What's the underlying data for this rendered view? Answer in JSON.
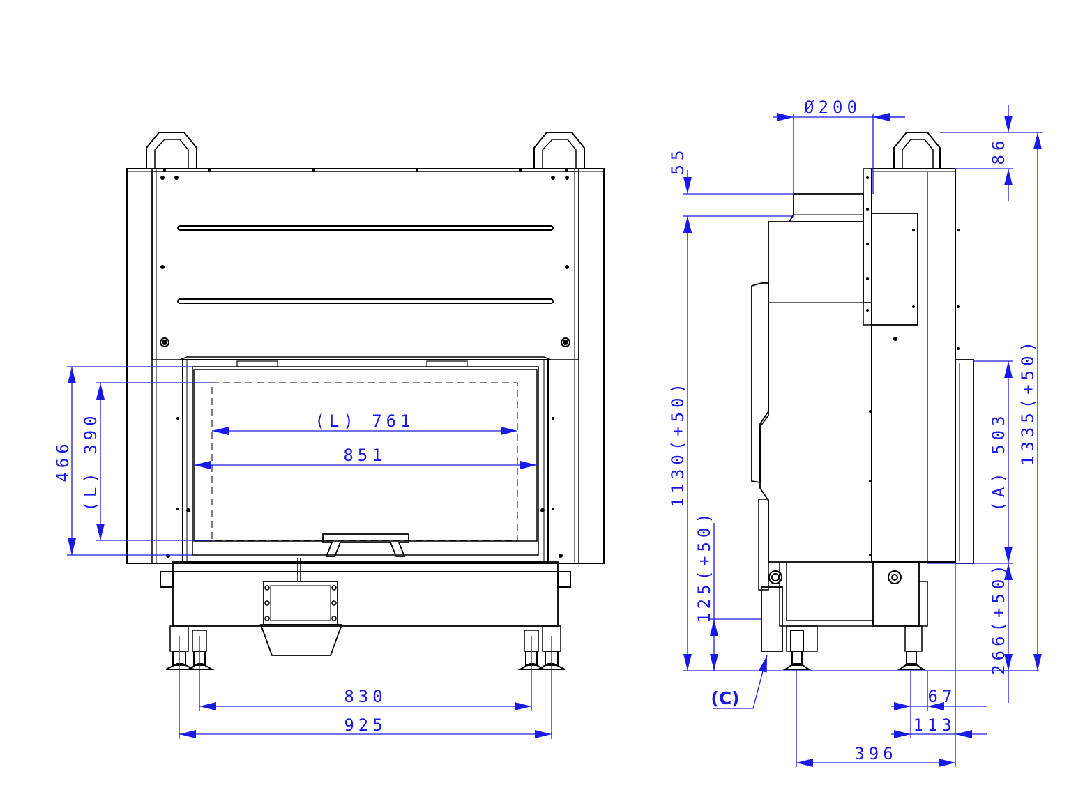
{
  "colors": {
    "outline": "#000000",
    "dimension": "#1a1ae6",
    "callout": "#1a1ae6"
  },
  "front_view": {
    "dims": {
      "width_inner_L": "(L) 761",
      "width_opening": "851",
      "height_opening": "466",
      "height_inner_L": "(L) 390",
      "feet_spacing": "830",
      "overall_width": "925"
    }
  },
  "side_view": {
    "dims": {
      "flue_diameter": "Ø200",
      "collar_height": "55",
      "top_height": "86",
      "flue_height": "1130(+50)",
      "overall_height": "1335(+50)",
      "door_height_A": "(A) 503",
      "base_height": "266(+50)",
      "intake_height": "125(+50)",
      "foot_offset": "67",
      "foot_offset_2": "113",
      "depth": "396"
    },
    "callout": "(C)"
  }
}
